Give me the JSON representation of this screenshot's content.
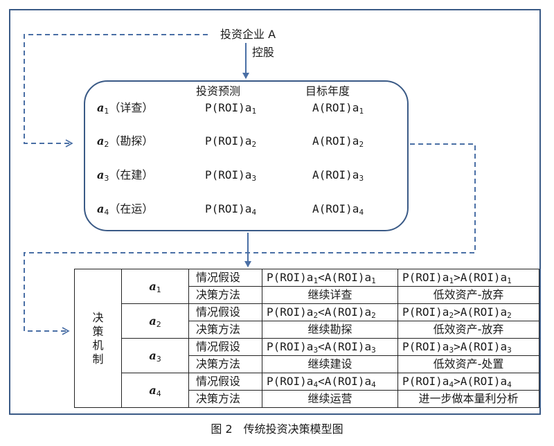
{
  "top": {
    "company": "投资企业 A",
    "control": "控股"
  },
  "box": {
    "col_forecast": "投资预测",
    "col_target": "目标年度",
    "rows": [
      {
        "alt": "a",
        "sub": "1",
        "stage": "（详查）",
        "p": "P(ROI)a",
        "p_sub": "1",
        "a": "A(ROI)a",
        "a_sub": "1"
      },
      {
        "alt": "a",
        "sub": "2",
        "stage": "（勘探）",
        "p": "P(ROI)a",
        "p_sub": "2",
        "a": "A(ROI)a",
        "a_sub": "2"
      },
      {
        "alt": "a",
        "sub": "3",
        "stage": "（在建）",
        "p": "P(ROI)a",
        "p_sub": "3",
        "a": "A(ROI)a",
        "a_sub": "3"
      },
      {
        "alt": "a",
        "sub": "4",
        "stage": "（在运）",
        "p": "P(ROI)a",
        "p_sub": "4",
        "a": "A(ROI)a",
        "a_sub": "4"
      }
    ]
  },
  "table": {
    "mechanism": "决策机制",
    "groups": [
      {
        "alt": "a",
        "sub": "1",
        "case_label": "情况假设",
        "lt_p": "P(ROI)a",
        "lt_lt": "<A(ROI)a",
        "gt_p": "P(ROI)a",
        "gt_gt": ">A(ROI)a",
        "method_label": "决策方法",
        "method_lt": "继续详查",
        "method_gt": "低效资产-放弃"
      },
      {
        "alt": "a",
        "sub": "2",
        "case_label": "情况假设",
        "lt_p": "P(ROI)a",
        "lt_lt": "<A(ROI)a",
        "gt_p": "P(ROI)a",
        "gt_gt": ">A(ROI)a",
        "method_label": "决策方法",
        "method_lt": "继续勘探",
        "method_gt": "低效资产-放弃"
      },
      {
        "alt": "a",
        "sub": "3",
        "case_label": "情况假设",
        "lt_p": "P(ROI)a",
        "lt_lt": "<A(ROI)a",
        "gt_p": "P(ROI)a",
        "gt_gt": ">A(ROI)a",
        "method_label": "决策方法",
        "method_lt": "继续建设",
        "method_gt": "低效资产-处置"
      },
      {
        "alt": "a",
        "sub": "4",
        "case_label": "情况假设",
        "lt_p": "P(ROI)a",
        "lt_lt": "<A(ROI)a",
        "gt_p": "P(ROI)a",
        "gt_gt": ">A(ROI)a",
        "method_label": "决策方法",
        "method_lt": "继续运营",
        "method_gt": "进一步做本量利分析"
      }
    ]
  },
  "caption": "图 2　传统投资决策模型图",
  "colors": {
    "frame": "#3a5a86",
    "arrow": "#4a6fa5",
    "text": "#1a1a1a"
  }
}
